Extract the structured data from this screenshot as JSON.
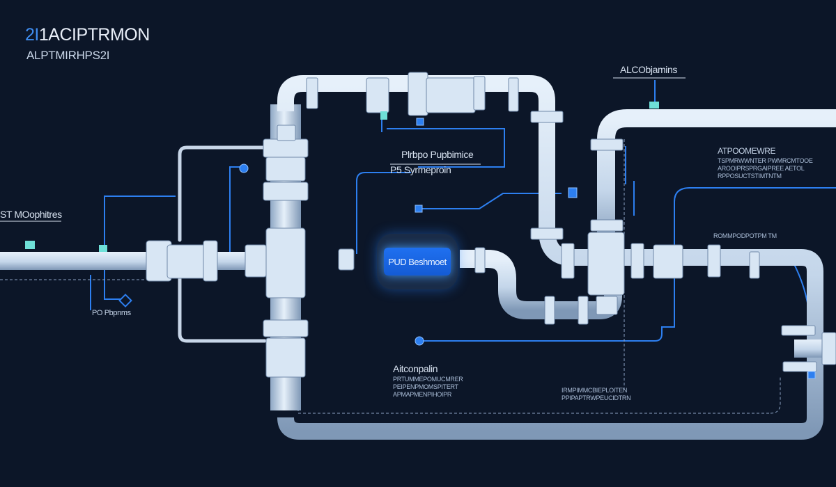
{
  "header": {
    "title_num": "2I",
    "title_rest": "1ACIPTRMON",
    "subtitle": "ALPTMIRHPS2I"
  },
  "labels": {
    "top_right": "ALCObjamins",
    "left": "ST MOophitres",
    "center_line1": "Plrbpo Pupbimice",
    "center_line2": "P5 Syrmeproin",
    "left_small": "PO Pbpnms",
    "display": "PUD Beshmoet",
    "bottom_center": "Aitconpalin",
    "right_head": "ATPOOMEWRE"
  },
  "tiny_text": {
    "right_top": [
      "TSPMRWWNTER PWMRCMTOOE",
      "AROOIPRSPRGAIPREE AETOL",
      "RPPOSUCTSTIMTNTM"
    ],
    "right_mid": [
      "ROMMPODPOTPM TM"
    ],
    "bottom_center": [
      "PRTUMMEPOMUCMRER",
      "PEIPENPMOMSPITERT",
      "APMAPMENPIHOIPR"
    ],
    "bottom_right": [
      "IRMPIMMCBIEPLOITEN",
      "PPIPAPTRWPEUCIDTRN"
    ]
  },
  "colors": {
    "background": "#0c1628",
    "pipe": "#cfe0f2",
    "signal": "#2d7ff0",
    "display": "#1f70f0"
  }
}
